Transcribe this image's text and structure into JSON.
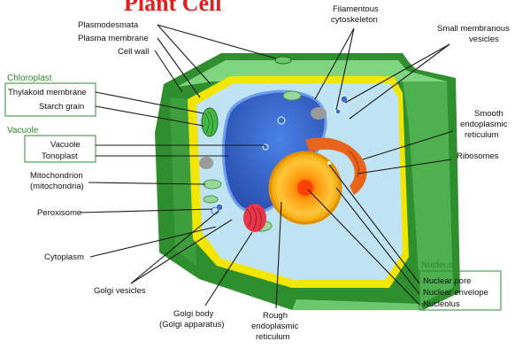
{
  "title": "Plant Cell",
  "groups": {
    "chloroplast": "Chloroplast",
    "vacuole": "Vacuole",
    "nucleus": "Nucleus"
  },
  "labels": {
    "plasmodesmata": "Plasmodesmata",
    "plasma_membrane": "Plasma membrane",
    "cell_wall": "Cell wall",
    "thylakoid_membrane": "Thylakoid membrane",
    "starch_grain": "Starch grain",
    "vacuole": "Vacuole",
    "tonoplast": "Tonoplast",
    "mitochondrion_1": "Mitochondrion",
    "mitochondrion_2": "(mitochondria)",
    "peroxisome": "Peroxisome",
    "cytoplasm": "Cytoplasm",
    "golgi_vesicles": "Golgi vesicles",
    "golgi_body_1": "Golgi body",
    "golgi_body_2": "(Golgi apparatus)",
    "rough_er_1": "Rough",
    "rough_er_2": "endoplasmic",
    "rough_er_3": "reticulum",
    "filamentous_1": "Filamentous",
    "filamentous_2": "cytoskeleton",
    "small_vesicles_1": "Small membranous",
    "small_vesicles_2": "vesicles",
    "smooth_er_1": "Smooth",
    "smooth_er_2": "endoplasmic",
    "smooth_er_3": "reticulum",
    "ribosomes": "Ribosomes",
    "nuclear_pore": "Nuclear pore",
    "nuclear_envelope": "Nuclear envelope",
    "nucleolus": "Nucleolus"
  },
  "colors": {
    "title": "#e02020",
    "group_label": "#2e8b2e",
    "cell_wall_dark": "#2f8f2f",
    "cell_wall_light": "#62c662",
    "membrane": "#f2e600",
    "cytoplasm": "#bfe3f2",
    "vacuole": "#3f6fd6",
    "nucleus": "#ffb21e",
    "nucleolus": "#ff6a00",
    "rough_er": "#e8641a",
    "golgi": "#e8364a"
  }
}
